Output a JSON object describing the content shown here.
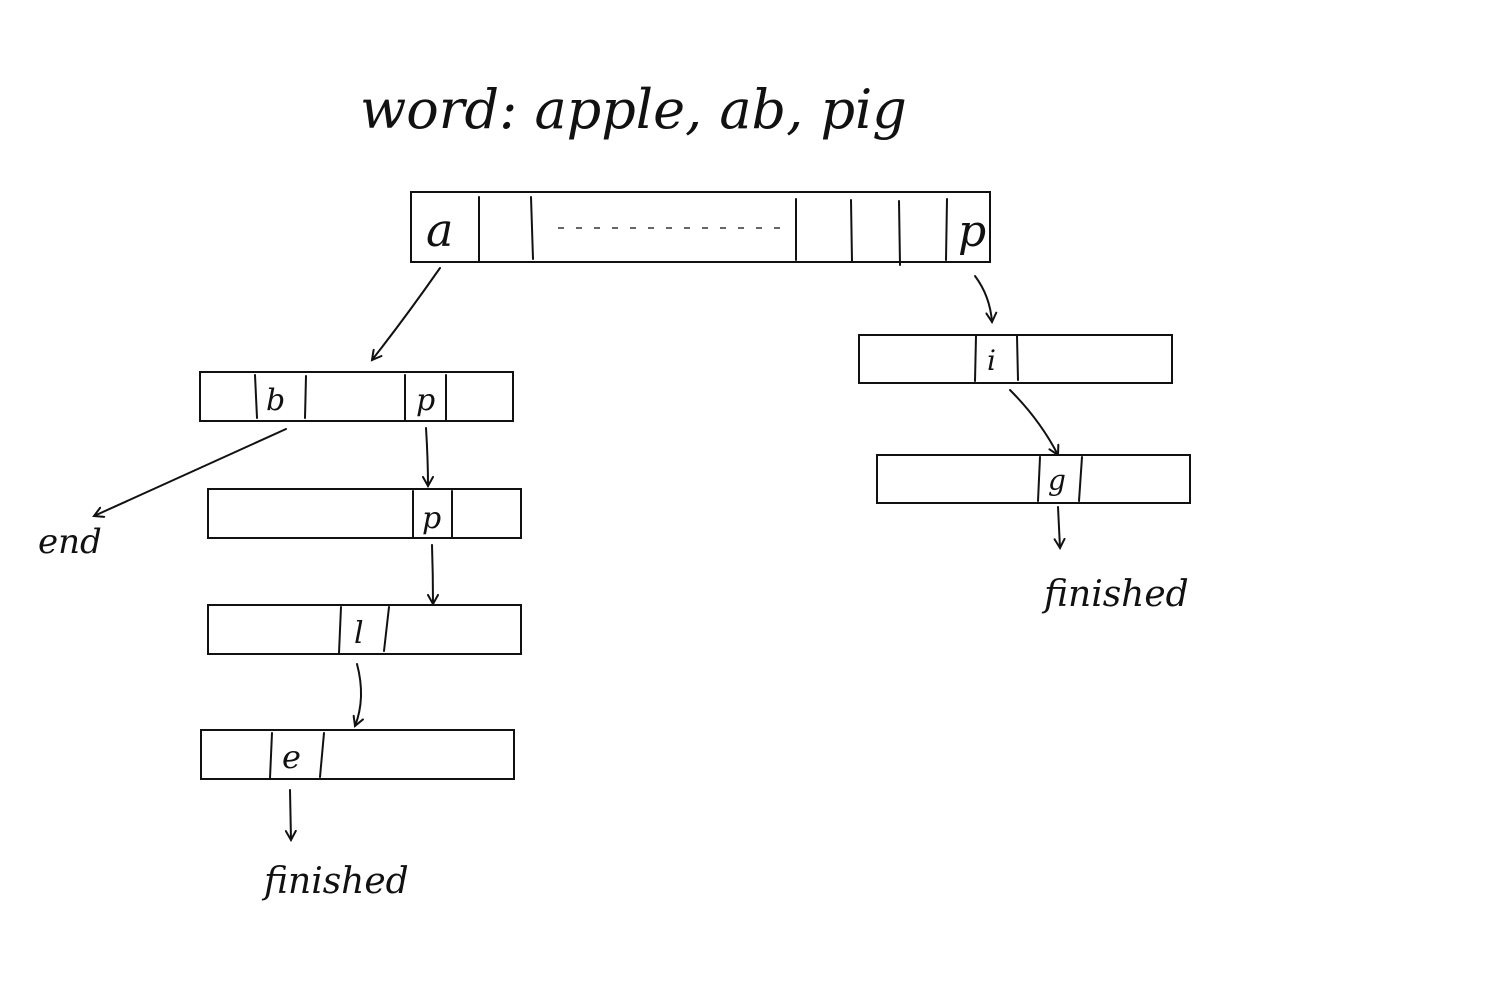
{
  "title": "word: apple,  ab,  pig",
  "nodes": {
    "root": {
      "left": "a",
      "right": "p"
    },
    "a_child": {
      "left": "b",
      "right": "p"
    },
    "ap_child": {
      "cell": "p"
    },
    "app_child": {
      "cell": "l"
    },
    "appl_child": {
      "cell": "e"
    },
    "p_child": {
      "cell": "i"
    },
    "pi_child": {
      "cell": "g"
    }
  },
  "labels": {
    "end": "end",
    "finished_apple": "finished",
    "finished_pig": "finished"
  }
}
